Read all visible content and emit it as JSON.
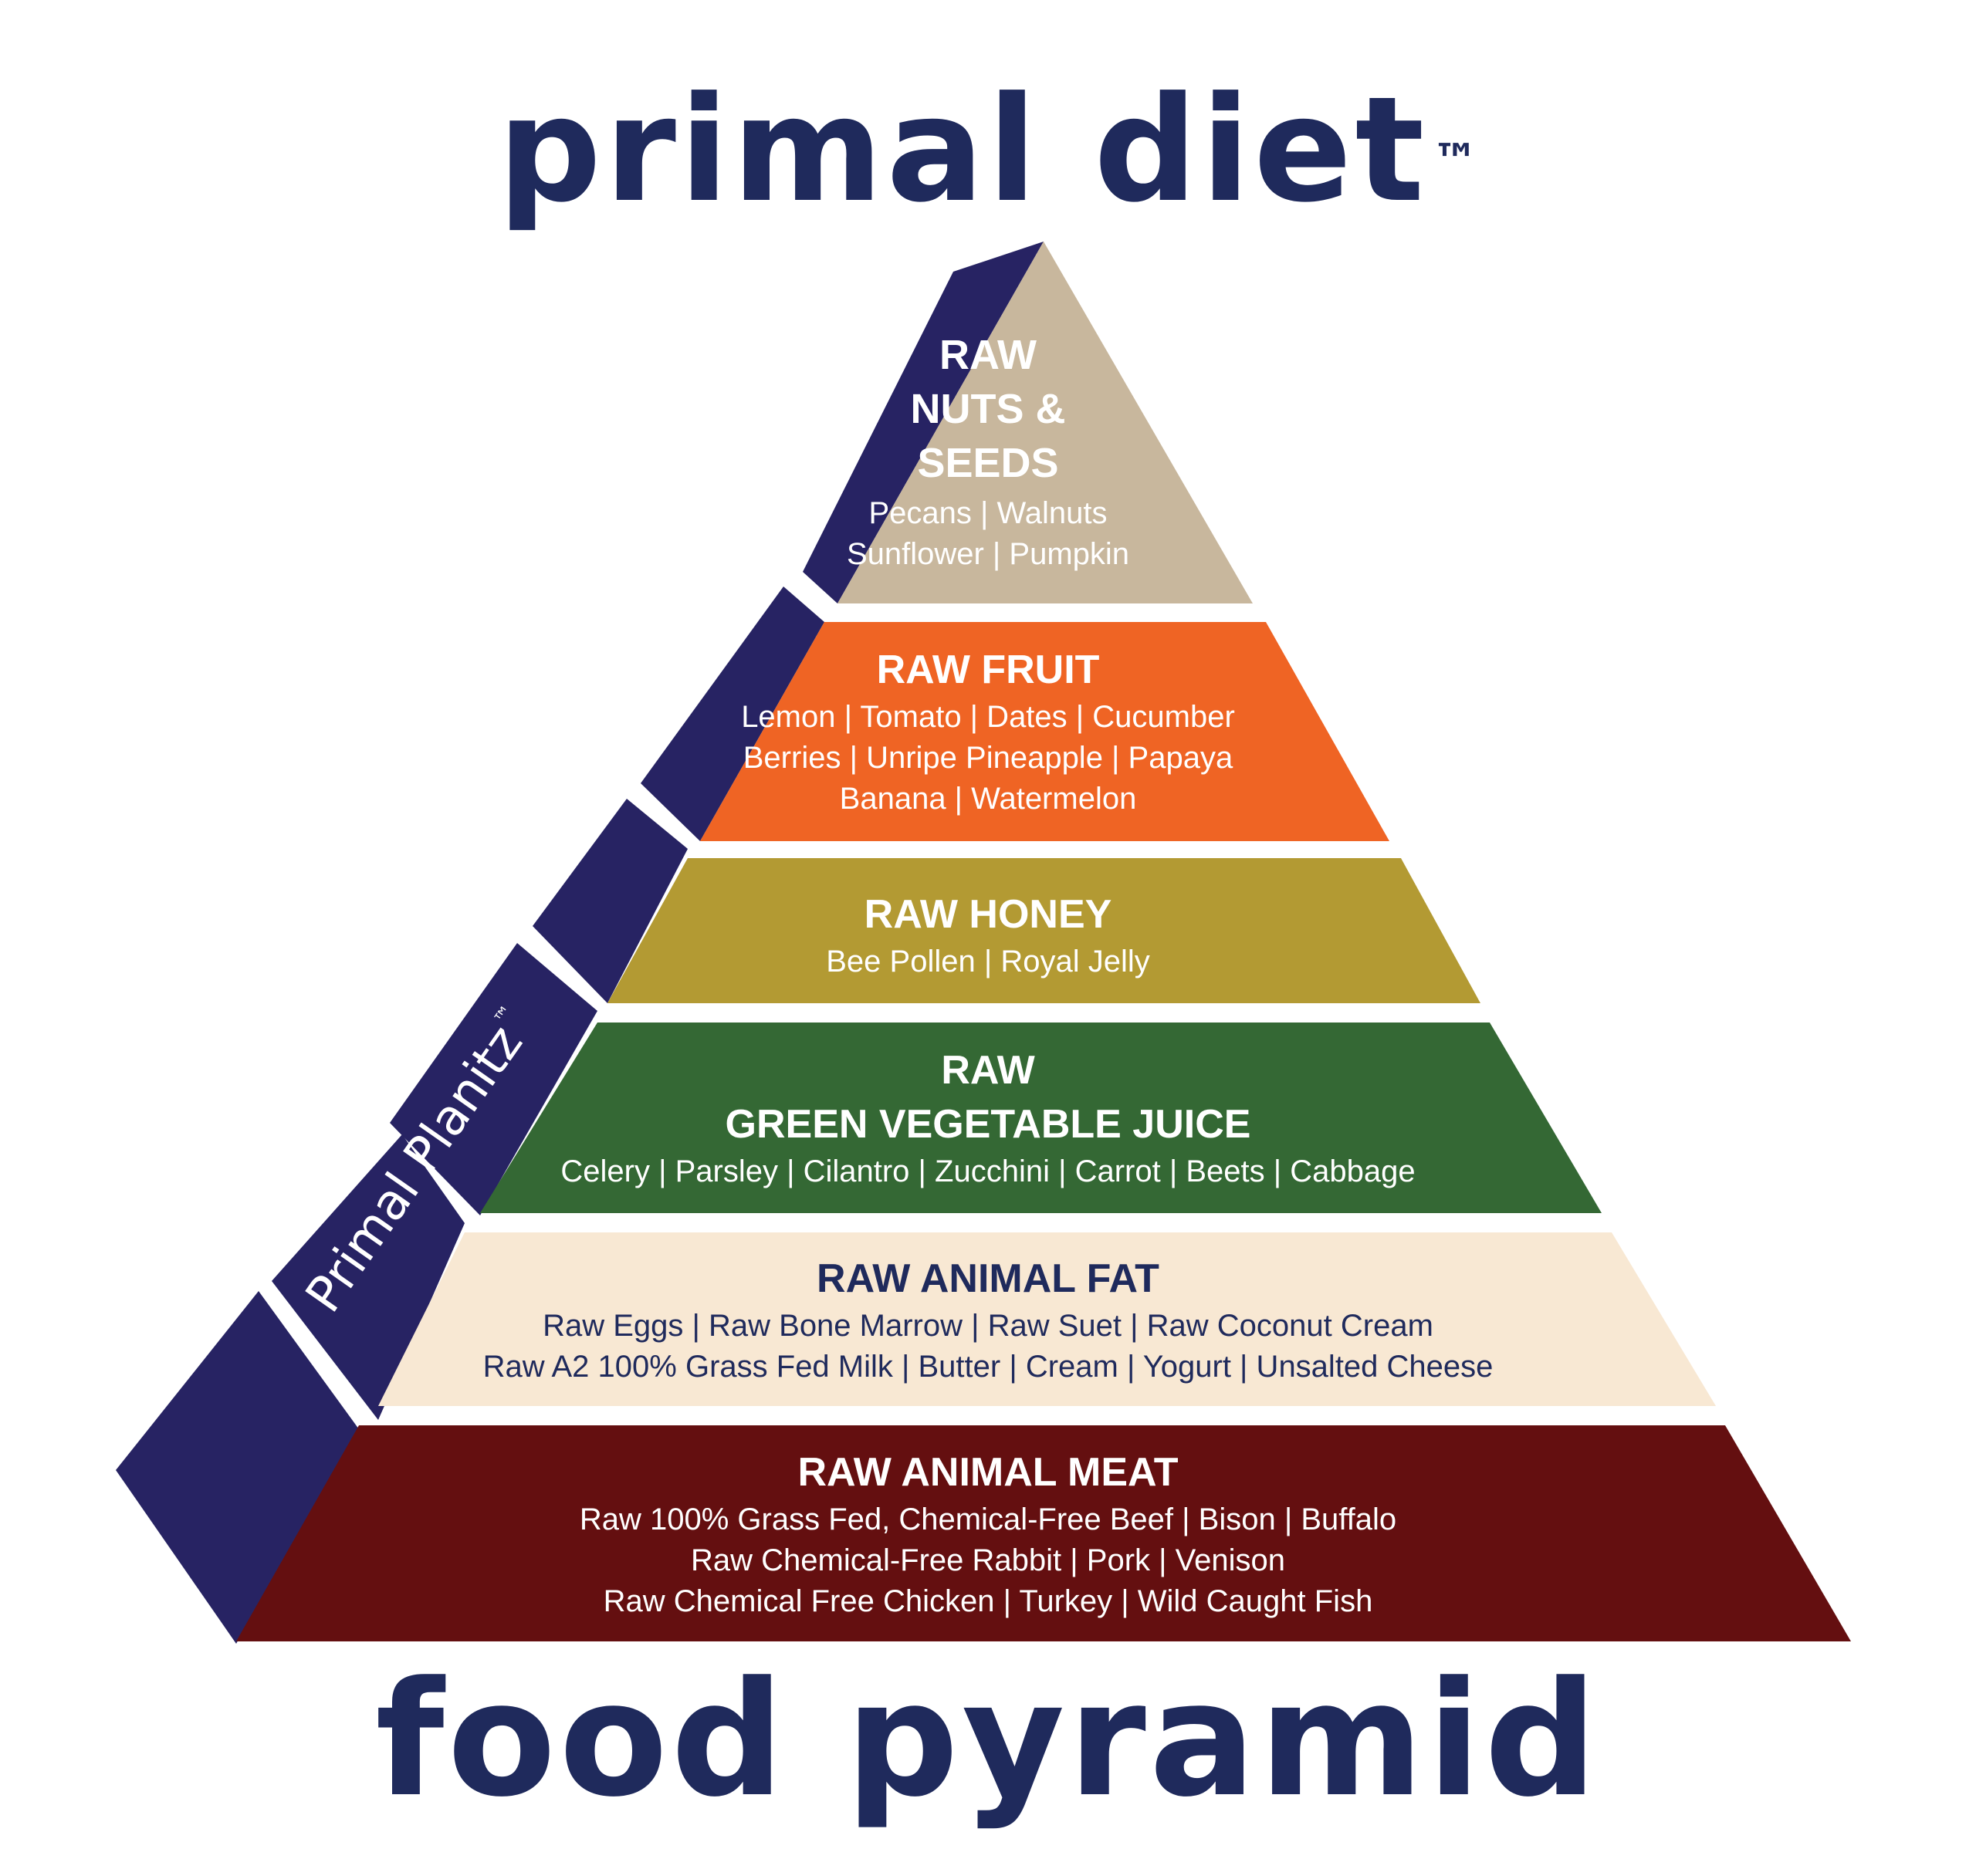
{
  "header": {
    "title": "primal diet",
    "trademark": "™"
  },
  "footer": {
    "title": "food pyramid"
  },
  "band": {
    "label": "Primal Planitz",
    "trademark": "™",
    "color": "#272363"
  },
  "tiers": [
    {
      "heading_lines": [
        "RAW",
        "NUTS &",
        "SEEDS"
      ],
      "items": [
        "Pecans | Walnuts",
        "Sunflower | Pumpkin"
      ],
      "color": "#c8b79d",
      "text_color": "#ffffff"
    },
    {
      "heading_lines": [
        "RAW FRUIT"
      ],
      "items": [
        "Lemon | Tomato | Dates | Cucumber",
        "Berries | Unripe Pineapple | Papaya",
        "Banana | Watermelon"
      ],
      "color": "#ef6424",
      "text_color": "#ffffff"
    },
    {
      "heading_lines": [
        "RAW HONEY"
      ],
      "items": [
        "Bee Pollen | Royal Jelly"
      ],
      "color": "#b39a33",
      "text_color": "#ffffff"
    },
    {
      "heading_lines": [
        "RAW",
        "GREEN VEGETABLE JUICE"
      ],
      "items": [
        "Celery | Parsley | Cilantro | Zucchini | Carrot | Beets | Cabbage"
      ],
      "color": "#346834",
      "text_color": "#ffffff"
    },
    {
      "heading_lines": [
        "RAW ANIMAL FAT"
      ],
      "items": [
        "Raw Eggs | Raw Bone Marrow | Raw Suet | Raw Coconut Cream",
        "Raw A2 100% Grass Fed Milk | Butter | Cream | Yogurt | Unsalted Cheese"
      ],
      "color": "#f8e8d3",
      "text_color": "#1f2a5c"
    },
    {
      "heading_lines": [
        "RAW ANIMAL MEAT"
      ],
      "items": [
        "Raw 100% Grass Fed, Chemical-Free Beef | Bison | Buffalo",
        "Raw Chemical-Free Rabbit | Pork | Venison",
        "Raw Chemical Free Chicken | Turkey | Wild Caught Fish"
      ],
      "color": "#640f10",
      "text_color": "#ffffff"
    }
  ]
}
